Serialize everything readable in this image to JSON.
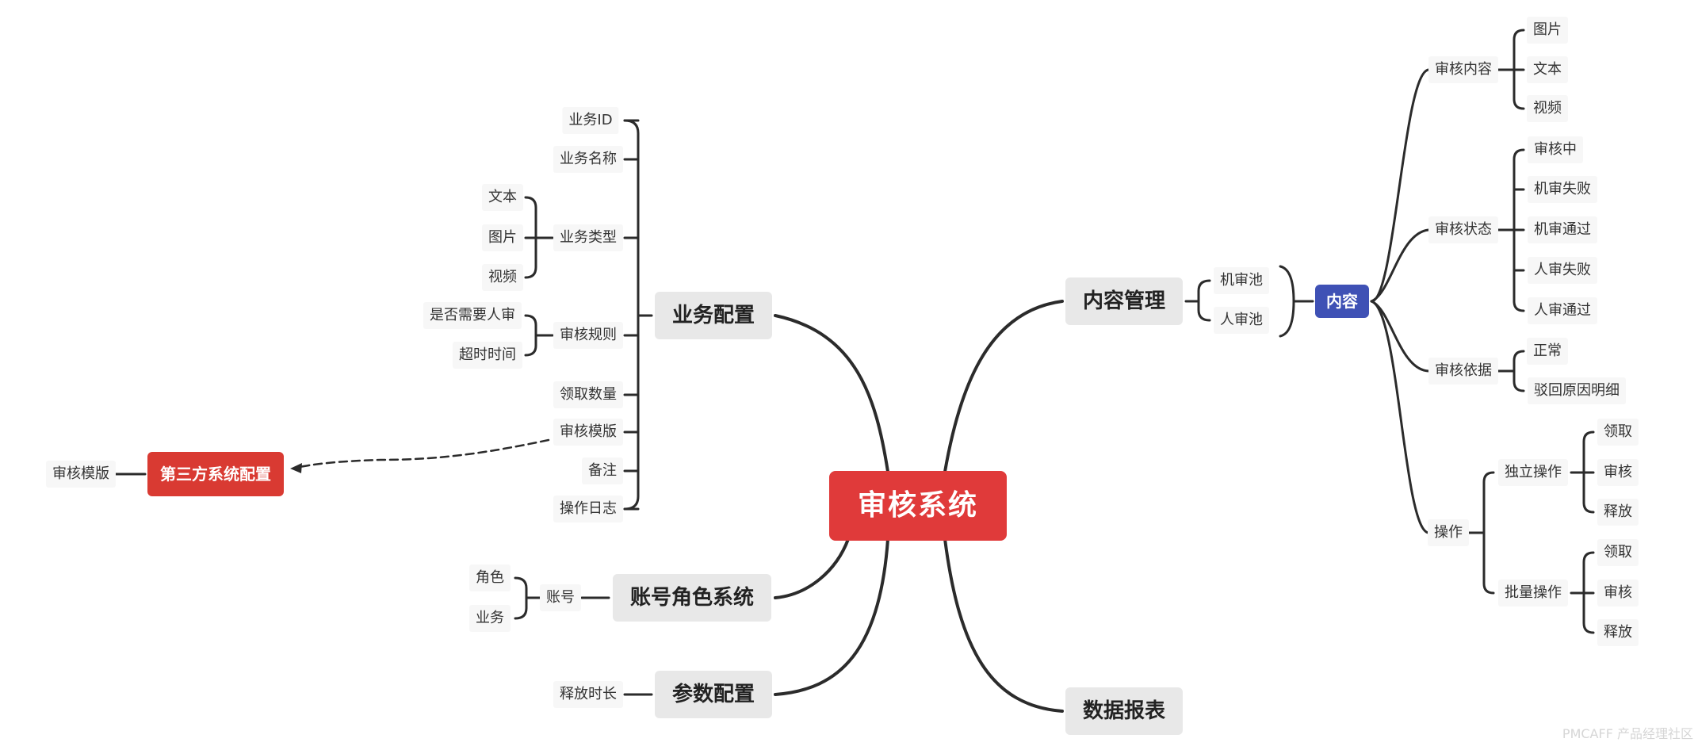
{
  "root": "审核系统",
  "branches": {
    "business": {
      "label": "业务配置",
      "business_id": "业务ID",
      "business_name": "业务名称",
      "business_type": {
        "label": "业务类型",
        "children": [
          "文本",
          "图片",
          "视频"
        ]
      },
      "audit_rules": {
        "label": "审核规则",
        "children": [
          "是否需要人审",
          "超时时间"
        ]
      },
      "claim_count": "领取数量",
      "audit_template": "审核模版",
      "remark": "备注",
      "operation_log": "操作日志"
    },
    "third_party": {
      "label": "第三方系统配置",
      "child": "审核模版"
    },
    "account": {
      "label": "账号角色系统",
      "account": {
        "label": "账号",
        "children": [
          "角色",
          "业务"
        ]
      }
    },
    "params": {
      "label": "参数配置",
      "child": "释放时长"
    },
    "content_mgmt": {
      "label": "内容管理",
      "pools": [
        "机审池",
        "人审池"
      ],
      "content": {
        "label": "内容",
        "audit_content": {
          "label": "审核内容",
          "children": [
            "图片",
            "文本",
            "视频"
          ]
        },
        "audit_status": {
          "label": "审核状态",
          "children": [
            "审核中",
            "机审失败",
            "机审通过",
            "人审失败",
            "人审通过"
          ]
        },
        "audit_basis": {
          "label": "审核依据",
          "children": [
            "正常",
            "驳回原因明细"
          ]
        },
        "operation": {
          "label": "操作",
          "single": {
            "label": "独立操作",
            "children": [
              "领取",
              "审核",
              "释放"
            ]
          },
          "batch": {
            "label": "批量操作",
            "children": [
              "领取",
              "审核",
              "释放"
            ]
          }
        }
      }
    },
    "reports": {
      "label": "数据报表"
    }
  },
  "colors": {
    "root": "#e03a3a",
    "main_topic": "#e8e8e8",
    "subtopic": "#f7f7f7",
    "third_party": "#d93a32",
    "content": "#3f51b5",
    "line": "#2b2b2b"
  },
  "watermark": "PMCAFF 产品经理社区"
}
